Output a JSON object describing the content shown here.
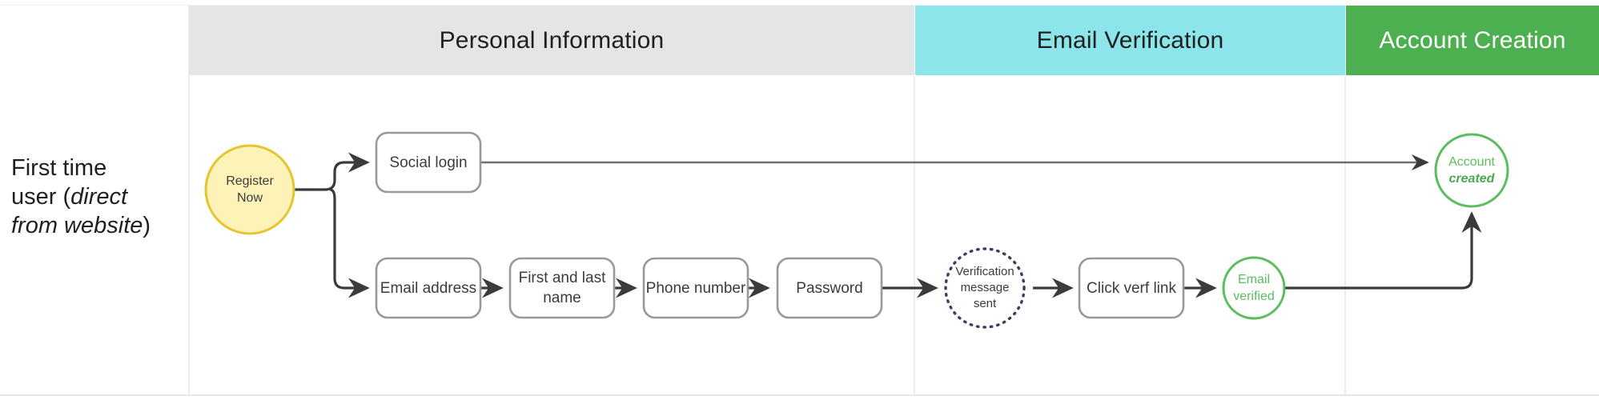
{
  "diagram": {
    "row_label": {
      "line1": "First time",
      "line2_plain": "user (",
      "line2_italic": "direct",
      "line3_italic": "from website",
      "line3_plain": ")"
    },
    "lanes": [
      {
        "id": "personal",
        "label": "Personal Information",
        "color": "#e5e5e5",
        "text_color": "#1f1f1f"
      },
      {
        "id": "email",
        "label": "Email Verification",
        "color": "#8ce5ea",
        "text_color": "#1f1f1f"
      },
      {
        "id": "account",
        "label": "Account Creation",
        "color": "#4cb050",
        "text_color": "#ffffff"
      }
    ],
    "nodes": [
      {
        "id": "register-now",
        "shape": "circle",
        "label_line1": "Register",
        "label_line2": "Now",
        "fill": "#fdf3b8",
        "stroke": "#e8c52c",
        "lane": "personal"
      },
      {
        "id": "social-login",
        "shape": "rounded-rect",
        "label": "Social login",
        "fill": "#ffffff",
        "stroke": "#999999",
        "lane": "personal"
      },
      {
        "id": "email-address",
        "shape": "rounded-rect",
        "label": "Email address",
        "fill": "#ffffff",
        "stroke": "#999999",
        "lane": "personal"
      },
      {
        "id": "first-last-name",
        "shape": "rounded-rect",
        "label_line1": "First and last",
        "label_line2": "name",
        "fill": "#ffffff",
        "stroke": "#999999",
        "lane": "personal"
      },
      {
        "id": "phone-number",
        "shape": "rounded-rect",
        "label": "Phone number",
        "fill": "#ffffff",
        "stroke": "#999999",
        "lane": "personal"
      },
      {
        "id": "password",
        "shape": "rounded-rect",
        "label": "Password",
        "fill": "#ffffff",
        "stroke": "#999999",
        "lane": "personal"
      },
      {
        "id": "verification-sent",
        "shape": "dotted-circle",
        "label_line1": "Verification",
        "label_line2": "message",
        "label_line3": "sent",
        "fill": "#ffffff",
        "stroke": "#3a3f5c",
        "lane": "email"
      },
      {
        "id": "click-verf-link",
        "shape": "rounded-rect",
        "label": "Click verf link",
        "fill": "#ffffff",
        "stroke": "#999999",
        "lane": "email"
      },
      {
        "id": "email-verified",
        "shape": "circle",
        "label_line1": "Email",
        "label_line2": "verified",
        "fill": "#ffffff",
        "stroke": "#5bbd5f",
        "lane": "email"
      },
      {
        "id": "account-created",
        "shape": "circle",
        "label_line1": "Account",
        "label_line2": "created",
        "fill": "#ffffff",
        "stroke": "#5bbd5f",
        "lane": "account"
      }
    ],
    "edges": [
      {
        "from": "register-now",
        "to": "social-login"
      },
      {
        "from": "register-now",
        "to": "email-address"
      },
      {
        "from": "social-login",
        "to": "account-created"
      },
      {
        "from": "email-address",
        "to": "first-last-name"
      },
      {
        "from": "first-last-name",
        "to": "phone-number"
      },
      {
        "from": "phone-number",
        "to": "password"
      },
      {
        "from": "password",
        "to": "verification-sent"
      },
      {
        "from": "verification-sent",
        "to": "click-verf-link"
      },
      {
        "from": "click-verf-link",
        "to": "email-verified"
      },
      {
        "from": "email-verified",
        "to": "account-created"
      }
    ],
    "colors": {
      "arrow": "#3b3b3b",
      "thin_arrow": "#6e6e6e",
      "lane_divider": "#ececec",
      "green": "#5bbd5f",
      "yellow_fill": "#fdf3b8",
      "yellow_stroke": "#e8c52c"
    }
  }
}
